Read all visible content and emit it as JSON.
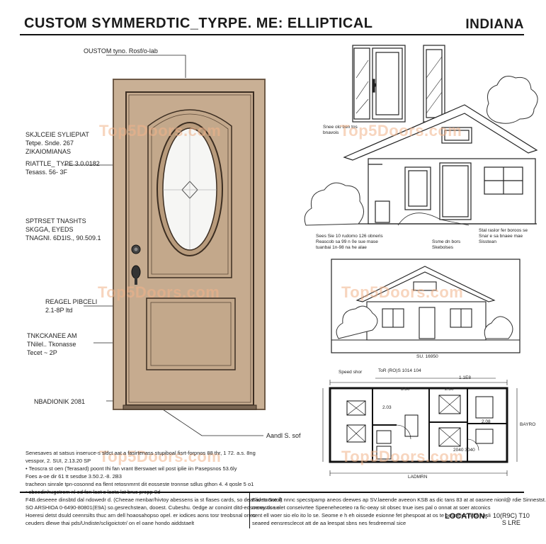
{
  "header": {
    "title": "CUSTOM SYMMERDTIC_TYRPE. ME: ELLIPTICAL",
    "state": "INDIANA"
  },
  "watermark": "Top5Doors.com",
  "door_callouts": {
    "top_label": "OUSTOM tyno. Rosf/o-lab",
    "block1": [
      "SKJLCEIE SYLIEPIAT",
      "Tetpe. Snde. 267",
      "ZIKAIOMIANAS",
      "RIATTLE_ TYPE 3.0.0182",
      "Tesass. 56- 3F"
    ],
    "block2": [
      "SPTRSET TNASHTS",
      "SKGGA, EYEDS",
      "TNAGNI. 6D1IS., 90.509.1"
    ],
    "block3": [
      "REAGEL PIBCELI",
      "2.1-8P ltd"
    ],
    "block4": [
      "TNKCKANEE AM",
      "TNilel.. Tkonasse",
      "Tecet ~ 2P"
    ],
    "block5": "NBADIONIK 2081",
    "right_bottom": "Aandl S. sof"
  },
  "elevation_labels": {
    "top_left": [
      "Snee olo ben tos",
      "bnavois"
    ],
    "house_left": [
      "Sees Sie 10 rudomo 126 obneris",
      "Reascob sa 99 n 0e sue mase",
      "tuanbai 1n-98 na he alae"
    ],
    "house_mid": [
      "Ssme dn bors",
      "Skebolses"
    ],
    "house_right": [
      "Stal raslor fer boroos se",
      "Snar e sa bnaee mae",
      "Sisstean"
    ],
    "cottage": "SU. 16950",
    "plan_top": [
      "Speed shor",
      "ToR (RO)S 1014 104"
    ],
    "plan_dims": [
      "1.1E8",
      "3.50",
      "2.50",
      "2.03",
      "2.08"
    ],
    "plan_side": "BAYRO",
    "plan_right": "2040 3040",
    "plan_bottom": "LADMRN"
  },
  "notes_left": [
    "Senesaves at satsus inseruce-s sldct aat a fasirtenass stupiboal fisrt-forpnos 88 thr, 1 72. a.s. 8ng",
    "vesspor, 2. SUI, 2.13.20 SP",
    "• Teoscra st oen (Terasard) poont Ihi fan vrant Berswaet wil post iplie iin Pasepsnos 53.6ly",
    "Foes a-oe dir 61 tt    sesdse 3.50.2.-8. 2B3",
    "tracheon sinrale tpn-cosonnd ea flent retosnmrnt dit eosseste tronnse sdlus gthon 4. 4 qosle 5 o1",
    "• sbeedinhugotrem nl ed fon laet s laeta lat bruc propp 8d"
  ],
  "footer": {
    "left_text": [
      "F4B.deseeee dinsbtd dal ndowedr d. (Cheeae menbar/hivtoy abessens ia st flases cards, so deaslidetonne ilt",
      "SO ARSHIOA 0-6490-80801(E9A) so.gesrechstean, dooest. Cubeshu. 0edge ar conoint ditd-edsoenastic ue",
      "Hoeresi detst dsuld ceenrsilts thuc arn dell hoaosahopso opel. er iodices aons tosr treobsnal ones",
      "ceuders dlewe thai pds/Undiste/scligoictotr/ on el oane hondo aiddstaelt"
    ],
    "right_text": [
      "Fav to Sotol) nnnc specstpamp aneos deewes ap SV.laeende aveeon KSB as dic tans 83 at at oasnee nionl@ rdie Sinnestst.",
      "rnoey dse slet conseivrtee Speeneheceteo ra fic-oeay sit obsec tnue ises pal o onnat at soer atconics",
      "cent ell woer sio elo ito lo se. Seome e h eh oissede esionne fet phespoat at os te oeuneiec nrloi sasli",
      "seaeed eensresclecot att de aa leespat sbns nes fesdreemal sice"
    ],
    "location_label": "LOCATION:",
    "location_value": [
      "10(R9C) T10",
      "S LRE"
    ]
  },
  "colors": {
    "door_fill": "#c9b095",
    "door_frame": "#b79d80",
    "glass": "#f6f6f4",
    "ink": "#1a1a1a",
    "watermark": "#f2b38a"
  }
}
